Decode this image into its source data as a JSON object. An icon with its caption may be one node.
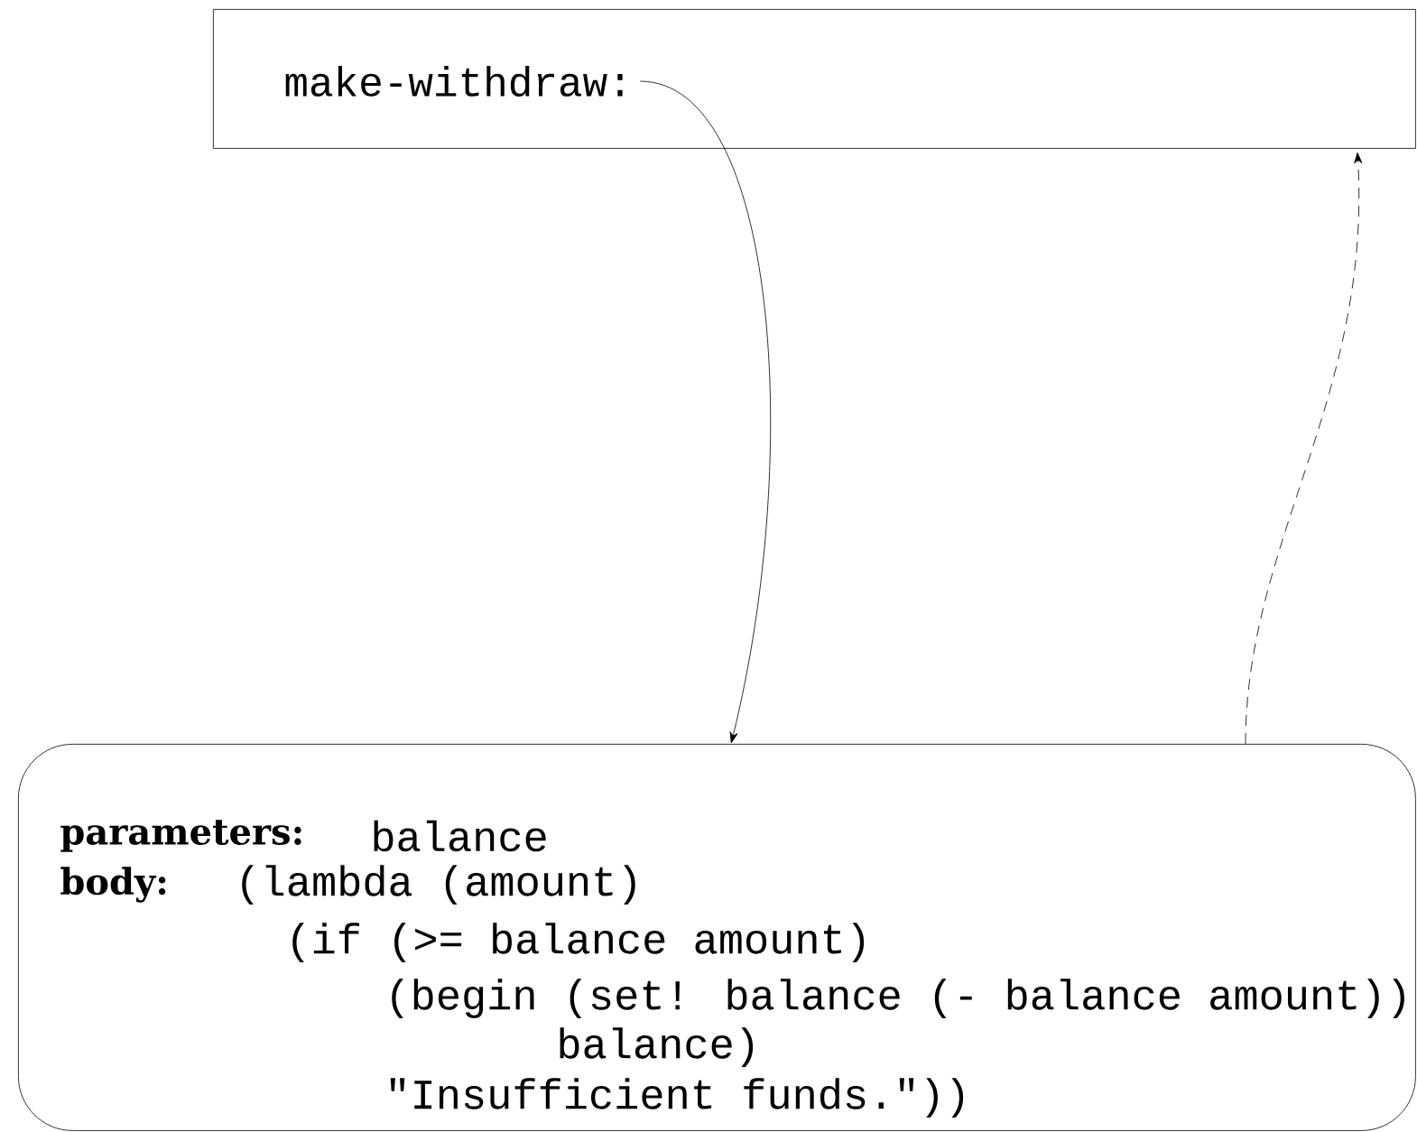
{
  "diagram": {
    "nodes": [
      {
        "text": [],
        "shape": "box"
      },
      {
        "text": [
          "make-withdraw:"
        ],
        "in": 0
      },
      {
        "text": [
          "parameters:",
          "balance",
          "body:",
          "(lambda (amount)",
          "(if (>= balance amount)",
          "(begin (set! balance (- balance amount))",
          "balance)",
          "\"Insufficient funds.\"))"
        ]
      }
    ],
    "edges": [
      {
        "from": 1,
        "to": 2,
        "arrow": "to"
      },
      {
        "from": 2,
        "to": 0,
        "arrow": "to",
        "style": "dashed"
      }
    ]
  }
}
